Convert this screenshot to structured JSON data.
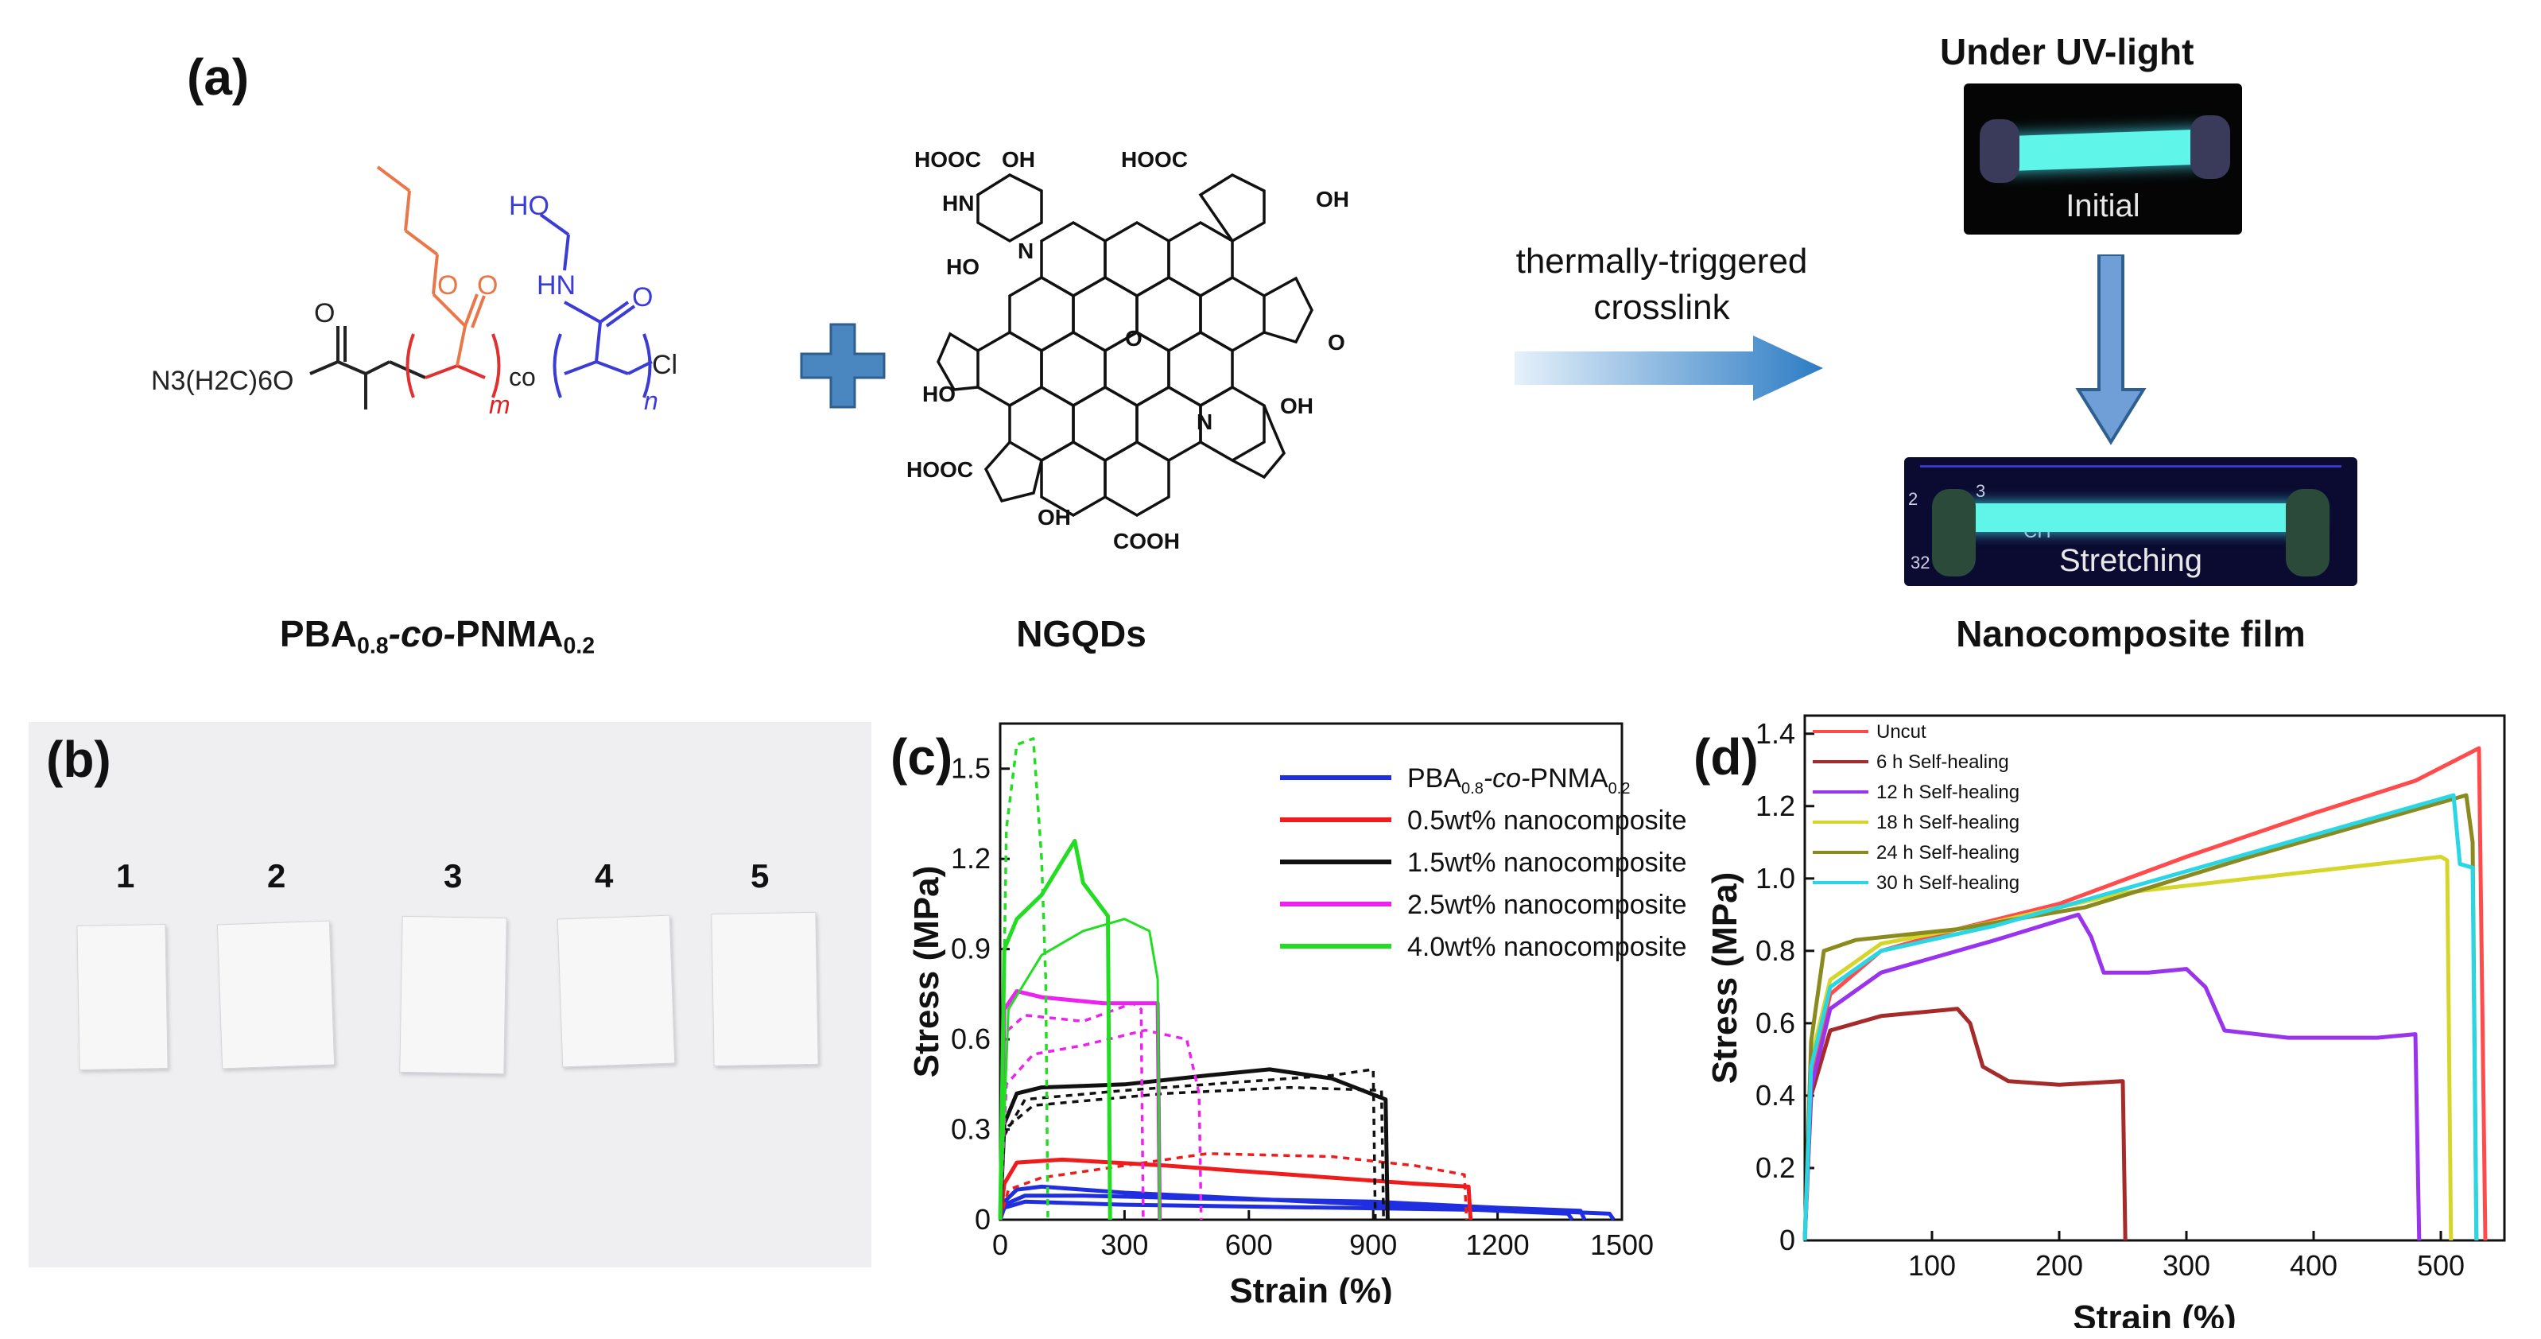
{
  "panel_a": {
    "label": "(a)",
    "polymer": {
      "end_group_left": "N3(H2C)6O",
      "co": "co",
      "m": "m",
      "n": "n",
      "cl": "Cl",
      "ho": "HO",
      "hn": "HN",
      "o": "O",
      "caption": {
        "a": "PBA",
        "a_sub": "0.8",
        "co": "-co-",
        "b": "PNMA",
        "b_sub": "0.2"
      }
    },
    "ngqd": {
      "caption": "NGQDs",
      "labels": [
        "HOOC",
        "OH",
        "HOOC",
        "HN",
        "OH",
        "N",
        "HO",
        "O",
        "O",
        "HO",
        "N",
        "OH",
        "HOOC",
        "OH",
        "COOH"
      ]
    },
    "arrow_text": {
      "line1": "thermally-triggered",
      "line2": "crosslink"
    },
    "uv": {
      "title": "Under UV-light",
      "initial": "Initial",
      "stretching": "Stretching",
      "ruler_marks": [
        "2",
        "3",
        "CH",
        "32"
      ]
    },
    "film_caption": "Nanocomposite film",
    "colors": {
      "pba": "#e8784a",
      "pnma": "#3b3bd6",
      "m_label": "#e02020",
      "arrow": "#3a86c8",
      "plus": "#4a86c0",
      "glow": "#5ff5e8"
    }
  },
  "panel_b": {
    "label": "(b)",
    "samples": [
      "1",
      "2",
      "3",
      "4",
      "5"
    ]
  },
  "chart_data": [
    {
      "id": "c",
      "label": "(c)",
      "type": "line",
      "xlabel": "Strain (%)",
      "ylabel": "Stress (MPa)",
      "xlim": [
        0,
        1500
      ],
      "ylim": [
        0,
        1.65
      ],
      "xticks": [
        0,
        300,
        600,
        900,
        1200,
        1500
      ],
      "xtick_labels": [
        "0",
        "300",
        "600",
        "900",
        "1200",
        "1500"
      ],
      "yticks": [
        0,
        0.3,
        0.6,
        0.9,
        1.2,
        1.5
      ],
      "ytick_labels": [
        "0",
        "0.3",
        "0.6",
        "0.9",
        "1.2",
        "1.5"
      ],
      "legend_position": "top-right",
      "legend": [
        {
          "name": "PBA",
          "sub1": "0.8",
          "co": "-co-",
          "name2": "PNMA",
          "sub2": "0.2",
          "color": "#1f2fe0"
        },
        {
          "name": "0.5wt% nanocomposite",
          "color": "#ee1c1c"
        },
        {
          "name": "1.5wt% nanocomposite",
          "color": "#111111"
        },
        {
          "name": "2.5wt% nanocomposite",
          "color": "#ee22ee"
        },
        {
          "name": "4.0wt% nanocomposite",
          "color": "#22dd22"
        }
      ],
      "series": [
        {
          "color": "#1f2fe0",
          "style": "solid",
          "points": [
            [
              0,
              0
            ],
            [
              10,
              0.06
            ],
            [
              40,
              0.1
            ],
            [
              100,
              0.11
            ],
            [
              300,
              0.09
            ],
            [
              600,
              0.07
            ],
            [
              900,
              0.05
            ],
            [
              1200,
              0.03
            ],
            [
              1370,
              0.02
            ],
            [
              1380,
              0
            ]
          ]
        },
        {
          "color": "#1f2fe0",
          "style": "solid",
          "points": [
            [
              0,
              0
            ],
            [
              10,
              0.05
            ],
            [
              60,
              0.08
            ],
            [
              200,
              0.08
            ],
            [
              500,
              0.07
            ],
            [
              900,
              0.06
            ],
            [
              1200,
              0.04
            ],
            [
              1400,
              0.03
            ],
            [
              1410,
              0
            ]
          ]
        },
        {
          "color": "#1f2fe0",
          "style": "solid",
          "points": [
            [
              0,
              0
            ],
            [
              10,
              0.04
            ],
            [
              60,
              0.06
            ],
            [
              300,
              0.05
            ],
            [
              800,
              0.04
            ],
            [
              1300,
              0.03
            ],
            [
              1470,
              0.02
            ],
            [
              1480,
              0
            ]
          ]
        },
        {
          "color": "#ee1c1c",
          "style": "solid",
          "points": [
            [
              0,
              0
            ],
            [
              10,
              0.12
            ],
            [
              40,
              0.19
            ],
            [
              150,
              0.2
            ],
            [
              400,
              0.18
            ],
            [
              700,
              0.15
            ],
            [
              1000,
              0.12
            ],
            [
              1130,
              0.11
            ],
            [
              1135,
              0
            ]
          ]
        },
        {
          "color": "#ee1c1c",
          "style": "dashed",
          "points": [
            [
              0,
              0
            ],
            [
              20,
              0.1
            ],
            [
              100,
              0.14
            ],
            [
              300,
              0.18
            ],
            [
              500,
              0.22
            ],
            [
              800,
              0.21
            ],
            [
              1000,
              0.18
            ],
            [
              1120,
              0.15
            ],
            [
              1125,
              0
            ]
          ]
        },
        {
          "color": "#111111",
          "style": "solid",
          "points": [
            [
              0,
              0
            ],
            [
              10,
              0.32
            ],
            [
              40,
              0.42
            ],
            [
              100,
              0.44
            ],
            [
              300,
              0.45
            ],
            [
              500,
              0.48
            ],
            [
              650,
              0.5
            ],
            [
              800,
              0.47
            ],
            [
              930,
              0.4
            ],
            [
              935,
              0
            ]
          ]
        },
        {
          "color": "#111111",
          "style": "dashed",
          "points": [
            [
              0,
              0
            ],
            [
              10,
              0.28
            ],
            [
              60,
              0.4
            ],
            [
              300,
              0.43
            ],
            [
              600,
              0.46
            ],
            [
              800,
              0.48
            ],
            [
              900,
              0.5
            ],
            [
              905,
              0
            ]
          ]
        },
        {
          "color": "#111111",
          "style": "dashed",
          "points": [
            [
              0,
              0
            ],
            [
              10,
              0.3
            ],
            [
              80,
              0.38
            ],
            [
              400,
              0.42
            ],
            [
              700,
              0.44
            ],
            [
              920,
              0.43
            ],
            [
              925,
              0
            ]
          ]
        },
        {
          "color": "#ee22ee",
          "style": "solid",
          "points": [
            [
              0,
              0
            ],
            [
              10,
              0.7
            ],
            [
              40,
              0.76
            ],
            [
              100,
              0.74
            ],
            [
              250,
              0.72
            ],
            [
              380,
              0.72
            ],
            [
              385,
              0
            ]
          ]
        },
        {
          "color": "#ee22ee",
          "style": "dashed",
          "points": [
            [
              0,
              0
            ],
            [
              10,
              0.62
            ],
            [
              60,
              0.68
            ],
            [
              200,
              0.66
            ],
            [
              320,
              0.72
            ],
            [
              340,
              0.7
            ],
            [
              345,
              0
            ]
          ]
        },
        {
          "color": "#ee22ee",
          "style": "dashed",
          "points": [
            [
              0,
              0
            ],
            [
              15,
              0.45
            ],
            [
              80,
              0.55
            ],
            [
              200,
              0.58
            ],
            [
              350,
              0.63
            ],
            [
              450,
              0.6
            ],
            [
              480,
              0.42
            ],
            [
              485,
              0
            ]
          ]
        },
        {
          "color": "#22dd22",
          "style": "solid",
          "points": [
            [
              0,
              0
            ],
            [
              10,
              0.9
            ],
            [
              40,
              1.0
            ],
            [
              100,
              1.08
            ],
            [
              180,
              1.26
            ],
            [
              200,
              1.12
            ],
            [
              260,
              1.01
            ],
            [
              265,
              0
            ]
          ]
        },
        {
          "color": "#22dd22",
          "style": "dashed",
          "points": [
            [
              0,
              0
            ],
            [
              15,
              1.3
            ],
            [
              40,
              1.58
            ],
            [
              80,
              1.6
            ],
            [
              100,
              1.2
            ],
            [
              110,
              0.8
            ],
            [
              115,
              0
            ]
          ]
        },
        {
          "color": "#22dd22",
          "style": "solid_thin",
          "points": [
            [
              0,
              0
            ],
            [
              20,
              0.7
            ],
            [
              100,
              0.88
            ],
            [
              200,
              0.96
            ],
            [
              300,
              1.0
            ],
            [
              360,
              0.96
            ],
            [
              380,
              0.8
            ],
            [
              385,
              0
            ]
          ]
        }
      ]
    },
    {
      "id": "d",
      "label": "(d)",
      "type": "line",
      "xlabel": "Strain (%)",
      "ylabel": "Stress (MPa)",
      "xlim": [
        0,
        550
      ],
      "ylim": [
        0,
        1.45
      ],
      "xticks": [
        100,
        200,
        300,
        400,
        500
      ],
      "xtick_labels": [
        "100",
        "200",
        "300",
        "400",
        "500"
      ],
      "yticks": [
        0,
        0.2,
        0.4,
        0.6,
        0.8,
        1.0,
        1.2,
        1.4
      ],
      "ytick_labels": [
        "0",
        "0.2",
        "0.4",
        "0.6",
        "0.8",
        "1.0",
        "1.2",
        "1.4"
      ],
      "legend_position": "top-left",
      "legend": [
        {
          "name": "Uncut",
          "color": "#ff4b4b"
        },
        {
          "name": "6 h Self-healing",
          "color": "#a52a2a"
        },
        {
          "name": "12 h Self-healing",
          "color": "#9933ee"
        },
        {
          "name": "18 h Self-healing",
          "color": "#d6d62a"
        },
        {
          "name": "24 h Self-healing",
          "color": "#8a8a1e"
        },
        {
          "name": "30 h Self-healing",
          "color": "#28d6e6"
        }
      ],
      "series": [
        {
          "color": "#ff4b4b",
          "points": [
            [
              0,
              0
            ],
            [
              5,
              0.45
            ],
            [
              20,
              0.68
            ],
            [
              60,
              0.8
            ],
            [
              120,
              0.86
            ],
            [
              200,
              0.93
            ],
            [
              300,
              1.06
            ],
            [
              400,
              1.18
            ],
            [
              480,
              1.27
            ],
            [
              530,
              1.36
            ],
            [
              535,
              0
            ]
          ]
        },
        {
          "color": "#a52a2a",
          "points": [
            [
              0,
              0
            ],
            [
              5,
              0.4
            ],
            [
              20,
              0.58
            ],
            [
              60,
              0.62
            ],
            [
              120,
              0.64
            ],
            [
              130,
              0.6
            ],
            [
              140,
              0.48
            ],
            [
              160,
              0.44
            ],
            [
              200,
              0.43
            ],
            [
              250,
              0.44
            ],
            [
              252,
              0
            ]
          ]
        },
        {
          "color": "#9933ee",
          "points": [
            [
              0,
              0
            ],
            [
              5,
              0.42
            ],
            [
              20,
              0.64
            ],
            [
              60,
              0.74
            ],
            [
              150,
              0.83
            ],
            [
              215,
              0.9
            ],
            [
              225,
              0.84
            ],
            [
              235,
              0.74
            ],
            [
              270,
              0.74
            ],
            [
              300,
              0.75
            ],
            [
              315,
              0.7
            ],
            [
              330,
              0.58
            ],
            [
              380,
              0.56
            ],
            [
              450,
              0.56
            ],
            [
              480,
              0.57
            ],
            [
              483,
              0
            ]
          ]
        },
        {
          "color": "#d6d62a",
          "points": [
            [
              0,
              0
            ],
            [
              5,
              0.5
            ],
            [
              20,
              0.72
            ],
            [
              60,
              0.82
            ],
            [
              150,
              0.88
            ],
            [
              250,
              0.96
            ],
            [
              400,
              1.02
            ],
            [
              500,
              1.06
            ],
            [
              505,
              1.05
            ],
            [
              508,
              0
            ]
          ]
        },
        {
          "color": "#8a8a1e",
          "points": [
            [
              0,
              0
            ],
            [
              5,
              0.55
            ],
            [
              15,
              0.8
            ],
            [
              40,
              0.83
            ],
            [
              120,
              0.86
            ],
            [
              220,
              0.92
            ],
            [
              350,
              1.06
            ],
            [
              450,
              1.16
            ],
            [
              520,
              1.23
            ],
            [
              525,
              1.1
            ],
            [
              528,
              0
            ]
          ]
        },
        {
          "color": "#28d6e6",
          "points": [
            [
              0,
              0
            ],
            [
              5,
              0.48
            ],
            [
              20,
              0.7
            ],
            [
              60,
              0.8
            ],
            [
              150,
              0.87
            ],
            [
              250,
              0.97
            ],
            [
              380,
              1.1
            ],
            [
              480,
              1.2
            ],
            [
              510,
              1.23
            ],
            [
              515,
              1.04
            ],
            [
              525,
              1.03
            ],
            [
              528,
              0
            ]
          ]
        }
      ]
    }
  ]
}
